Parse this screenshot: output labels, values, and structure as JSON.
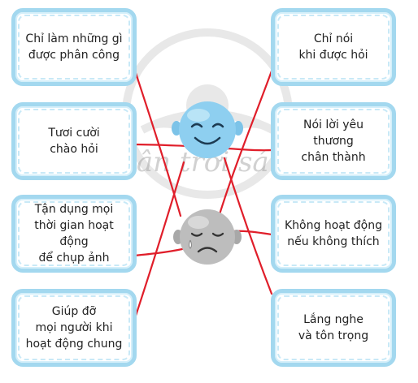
{
  "left_cards": [
    {
      "text": "Chỉ làm những gì\nđược phân công"
    },
    {
      "text": "Tươi cười\nchào hỏi"
    },
    {
      "text": "Tận dụng mọi\nthời gian hoạt động\nđể chụp ảnh"
    },
    {
      "text": "Giúp đỡ\nmọi người khi\nhoạt động chung"
    }
  ],
  "right_cards": [
    {
      "text": "Chỉ nói\nkhi được hỏi"
    },
    {
      "text": "Nói lời yêu thương\nchân thành"
    },
    {
      "text": "Không hoạt động\nnếu không thích"
    },
    {
      "text": "Lắng nghe\nvà tôn trọng"
    }
  ],
  "faces": [
    {
      "mood": "happy",
      "color": "#8ecff0"
    },
    {
      "mood": "sad",
      "color": "#b9b9b9"
    }
  ],
  "watermark": "Chân trời sáng tạo",
  "line_color": "#e01e2a"
}
